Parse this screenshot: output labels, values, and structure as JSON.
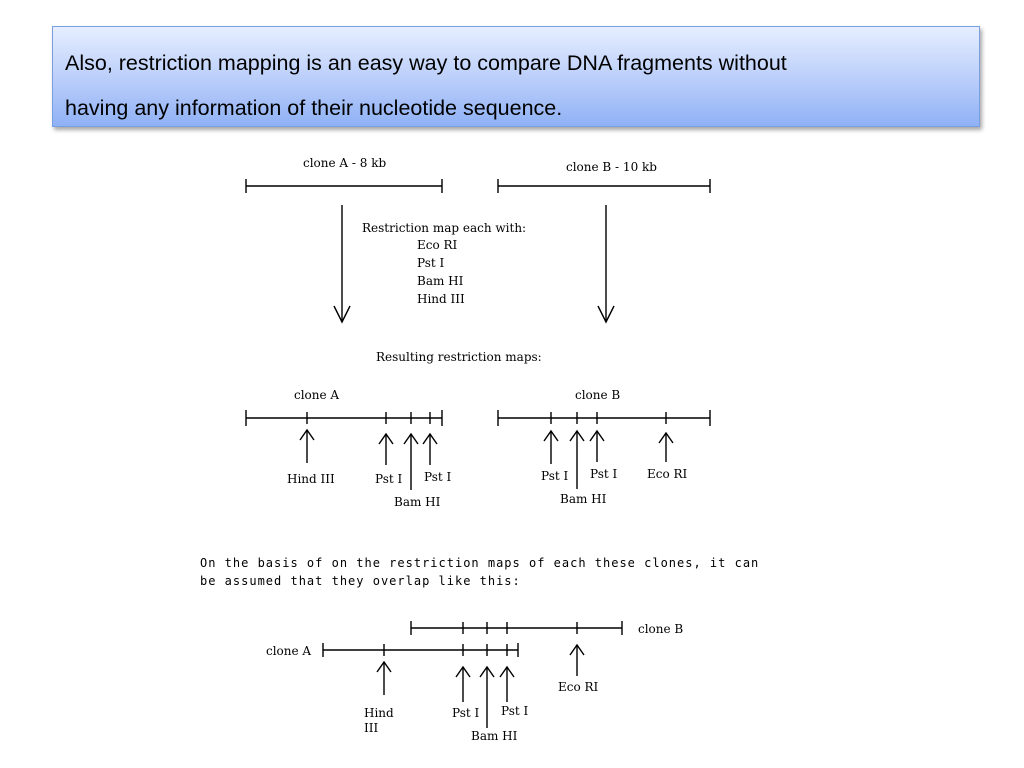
{
  "callout": {
    "line1": "Also, restriction mapping is an easy way to compare DNA fragments without",
    "line2": "having any information of their nucleotide sequence."
  },
  "diagram": {
    "clone_a_title": "clone A - 8 kb",
    "clone_b_title": "clone B - 10 kb",
    "map_with_title": "Restriction map each with:",
    "enzymes": [
      "Eco RI",
      "Pst I",
      "Bam HI",
      "Hind III"
    ],
    "resulting_title": "Resulting restriction maps:",
    "map_a_label": "clone A",
    "map_b_label": "clone B",
    "map_a_sites": [
      "Hind III",
      "Pst I",
      "Bam HI",
      "Pst I"
    ],
    "map_b_sites": [
      "Pst I",
      "Bam HI",
      "Pst I",
      "Eco RI"
    ],
    "conclusion_line1": "On the basis of on the restriction maps of each these clones, it can",
    "conclusion_line2": "be assumed that they overlap like this:",
    "overlap_a_label": "clone A",
    "overlap_b_label": "clone B",
    "overlap_sites": [
      "Hind",
      "III",
      "Pst I",
      "Bam HI",
      "Pst I",
      "Eco RI"
    ]
  }
}
